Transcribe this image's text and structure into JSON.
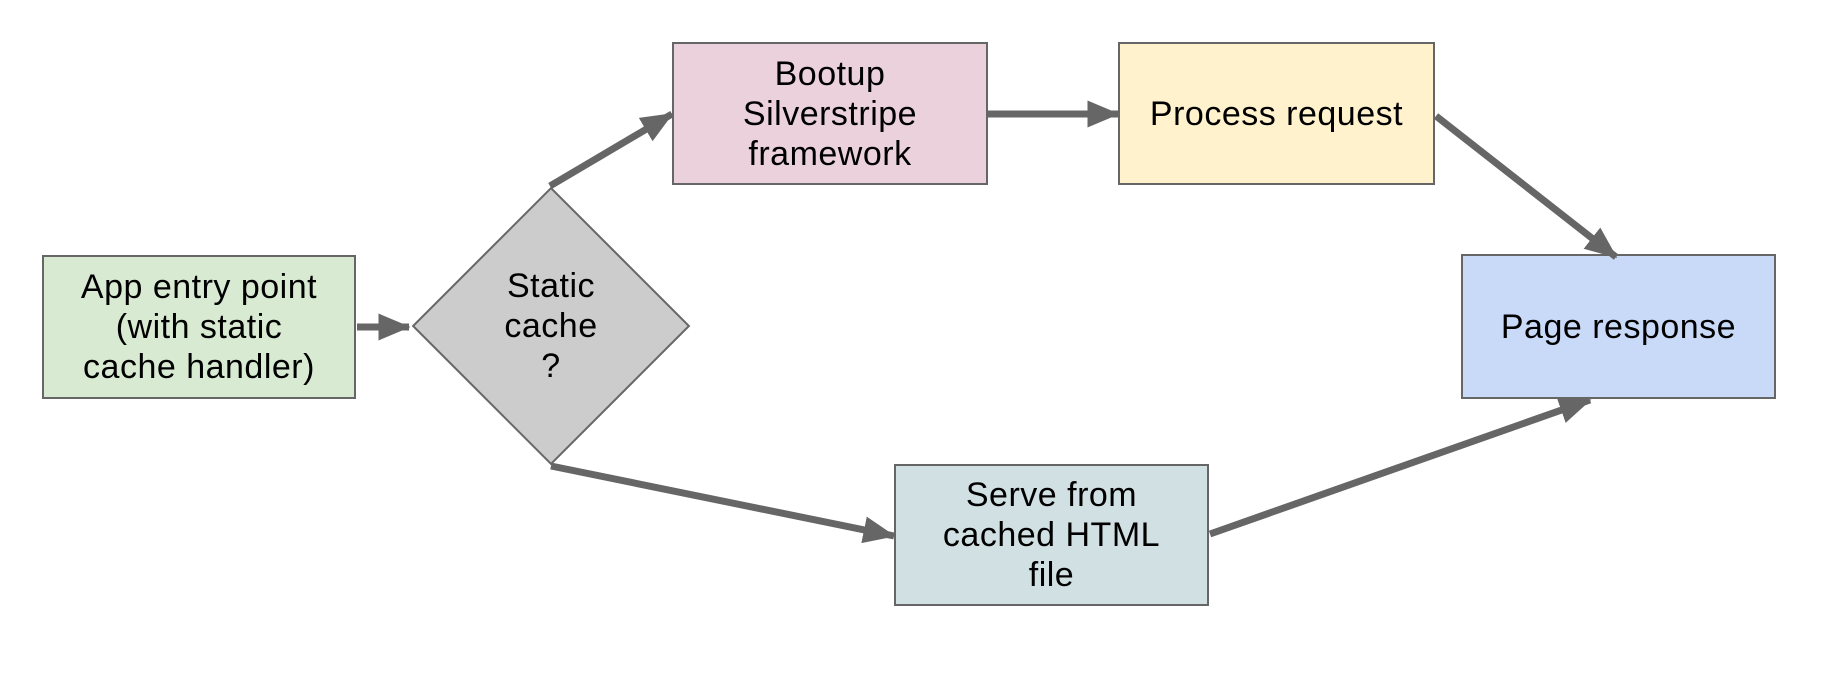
{
  "diagram": {
    "type": "flowchart",
    "nodes": {
      "app_entry": {
        "label": "App entry point\n(with static\ncache handler)",
        "shape": "rectangle",
        "fill": "#d9ead3"
      },
      "static_cache": {
        "label": "Static\ncache\n?",
        "shape": "diamond",
        "fill": "#cccccc"
      },
      "bootup": {
        "label": "Bootup\nSilverstripe\nframework",
        "shape": "rectangle",
        "fill": "#ead1dc"
      },
      "process_request": {
        "label": "Process request",
        "shape": "rectangle",
        "fill": "#fff2cc"
      },
      "page_response": {
        "label": "Page response",
        "shape": "rectangle",
        "fill": "#c9daf8"
      },
      "serve_cached": {
        "label": "Serve from\ncached HTML\nfile",
        "shape": "rectangle",
        "fill": "#d0e0e3"
      }
    },
    "edges": [
      {
        "from": "app_entry",
        "to": "static_cache"
      },
      {
        "from": "static_cache",
        "to": "bootup"
      },
      {
        "from": "bootup",
        "to": "process_request"
      },
      {
        "from": "process_request",
        "to": "page_response"
      },
      {
        "from": "static_cache",
        "to": "serve_cached"
      },
      {
        "from": "serve_cached",
        "to": "page_response"
      }
    ],
    "colors": {
      "border": "#666666",
      "arrow": "#666666",
      "text": "#000000",
      "background": "#ffffff"
    }
  }
}
